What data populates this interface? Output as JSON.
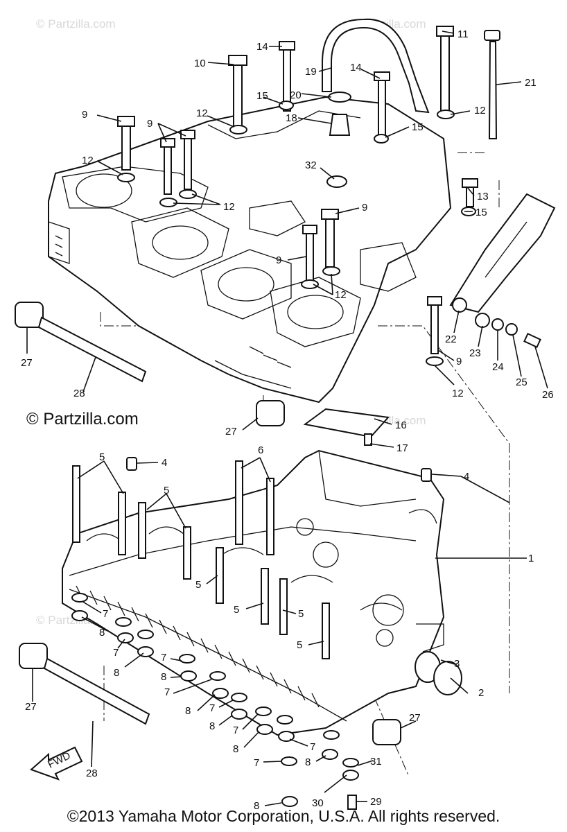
{
  "watermark": "© Partzilla.com",
  "watermark_bg": "© Partzilla.com",
  "copyright": "©2013 Yamaha Motor Corporation, U.S.A. All rights reserved.",
  "fwd_label": "FWD",
  "callouts": [
    "1",
    "2",
    "3",
    "4",
    "5",
    "6",
    "7",
    "8",
    "9",
    "10",
    "11",
    "12",
    "13",
    "14",
    "15",
    "16",
    "17",
    "18",
    "19",
    "20",
    "21",
    "22",
    "23",
    "24",
    "25",
    "26",
    "27",
    "28",
    "29",
    "30",
    "31",
    "32"
  ]
}
